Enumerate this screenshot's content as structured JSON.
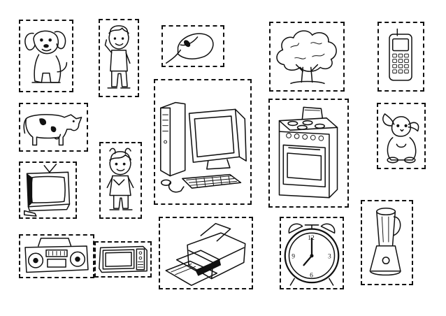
{
  "cards": [
    {
      "id": "dog",
      "icon": "dog-icon"
    },
    {
      "id": "boy",
      "icon": "boy-icon"
    },
    {
      "id": "mouse",
      "icon": "computer-mouse-icon"
    },
    {
      "id": "tree",
      "icon": "tree-icon"
    },
    {
      "id": "phone",
      "icon": "mobile-phone-icon"
    },
    {
      "id": "cow",
      "icon": "cow-icon"
    },
    {
      "id": "computer",
      "icon": "desktop-computer-icon"
    },
    {
      "id": "stove",
      "icon": "stove-icon"
    },
    {
      "id": "rabbit",
      "icon": "rabbit-icon"
    },
    {
      "id": "tv",
      "icon": "television-icon"
    },
    {
      "id": "girl",
      "icon": "girl-icon"
    },
    {
      "id": "radio",
      "icon": "boombox-radio-icon"
    },
    {
      "id": "microwave",
      "icon": "microwave-icon"
    },
    {
      "id": "printer",
      "icon": "printer-icon"
    },
    {
      "id": "clock",
      "icon": "alarm-clock-icon"
    },
    {
      "id": "blender",
      "icon": "blender-icon"
    }
  ],
  "clock_numbers": [
    "12",
    "3",
    "6",
    "9"
  ]
}
